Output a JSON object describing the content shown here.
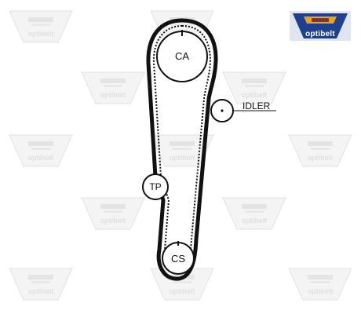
{
  "brand": {
    "name": "optibelt",
    "colors": {
      "navy": "#1f3f8f",
      "red": "#c8201b",
      "gold": "#e7a417"
    }
  },
  "watermark": {
    "text": "optibelt",
    "color": "#e6e6e6"
  },
  "diagram": {
    "belt_color": "#111111",
    "pulleys": [
      {
        "id": "ca",
        "label": "CA"
      },
      {
        "id": "idler",
        "label": "IDLER"
      },
      {
        "id": "tp",
        "label": "TP"
      },
      {
        "id": "cs",
        "label": "CS"
      }
    ]
  }
}
